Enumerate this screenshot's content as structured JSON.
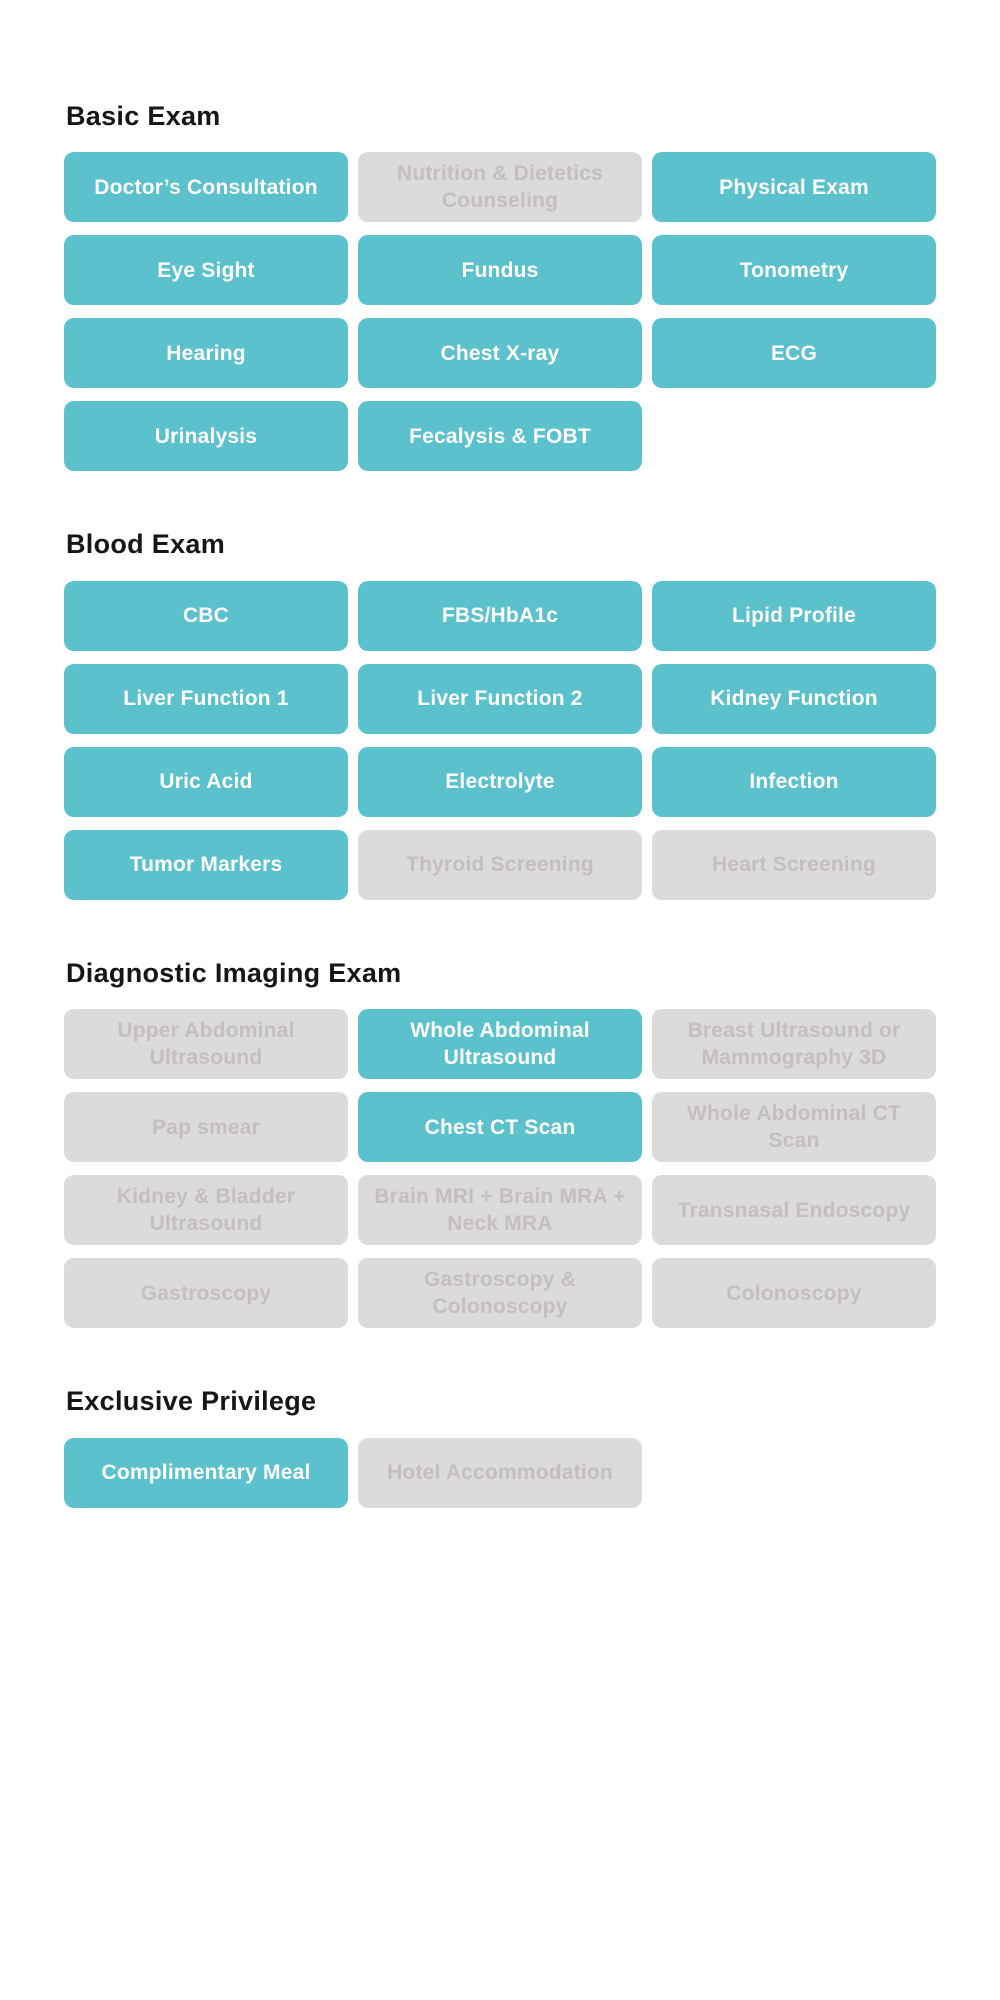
{
  "colors": {
    "included_bg": "#5bc1cc",
    "included_text": "#ffffff",
    "excluded_bg": "#dbdbdb",
    "excluded_text": "#c6bdbd",
    "heading_text": "#161616",
    "page_background": "#ffffff"
  },
  "sections": [
    {
      "title": "Basic Exam",
      "items": [
        {
          "label": "Doctor’s Consultation",
          "included": true
        },
        {
          "label": "Nutrition & Dietetics Counseling",
          "included": false
        },
        {
          "label": "Physical Exam",
          "included": true
        },
        {
          "label": "Eye Sight",
          "included": true
        },
        {
          "label": "Fundus",
          "included": true
        },
        {
          "label": "Tonometry",
          "included": true
        },
        {
          "label": "Hearing",
          "included": true
        },
        {
          "label": "Chest X-ray",
          "included": true
        },
        {
          "label": "ECG",
          "included": true
        },
        {
          "label": "Urinalysis",
          "included": true
        },
        {
          "label": "Fecalysis & FOBT",
          "included": true
        }
      ]
    },
    {
      "title": "Blood Exam",
      "items": [
        {
          "label": "CBC",
          "included": true
        },
        {
          "label": "FBS/HbA1c",
          "included": true
        },
        {
          "label": "Lipid Profile",
          "included": true
        },
        {
          "label": "Liver Function 1",
          "included": true
        },
        {
          "label": "Liver Function 2",
          "included": true
        },
        {
          "label": "Kidney Function",
          "included": true
        },
        {
          "label": "Uric Acid",
          "included": true
        },
        {
          "label": "Electrolyte",
          "included": true
        },
        {
          "label": "Infection",
          "included": true
        },
        {
          "label": "Tumor Markers",
          "included": true
        },
        {
          "label": "Thyroid Screening",
          "included": false
        },
        {
          "label": "Heart Screening",
          "included": false
        }
      ]
    },
    {
      "title": "Diagnostic Imaging Exam",
      "items": [
        {
          "label": "Upper Abdominal Ultrasound",
          "included": false
        },
        {
          "label": "Whole Abdominal Ultrasound",
          "included": true
        },
        {
          "label": "Breast Ultrasound or Mammography 3D",
          "included": false
        },
        {
          "label": "Pap smear",
          "included": false
        },
        {
          "label": "Chest CT Scan",
          "included": true
        },
        {
          "label": "Whole Abdominal CT Scan",
          "included": false
        },
        {
          "label": "Kidney & Bladder Ultrasound",
          "included": false
        },
        {
          "label": "Brain MRI + Brain MRA + Neck MRA",
          "included": false
        },
        {
          "label": "Transnasal Endoscopy",
          "included": false
        },
        {
          "label": "Gastroscopy",
          "included": false
        },
        {
          "label": "Gastroscopy & Colonoscopy",
          "included": false
        },
        {
          "label": "Colonoscopy",
          "included": false
        }
      ]
    },
    {
      "title": "Exclusive Privilege",
      "items": [
        {
          "label": "Complimentary Meal",
          "included": true
        },
        {
          "label": "Hotel Accommodation",
          "included": false
        }
      ]
    }
  ]
}
